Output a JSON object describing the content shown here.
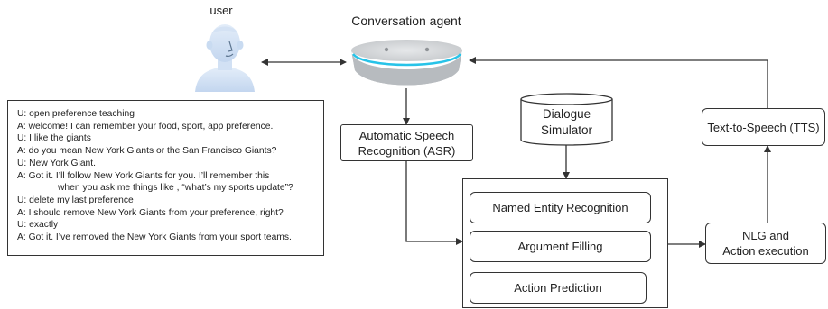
{
  "user": {
    "label": "user"
  },
  "agent": {
    "label": "Conversation agent"
  },
  "dialogue_lines": [
    "U: open preference teaching",
    "A: welcome! I can remember your food, sport, app preference.",
    "U: I like the giants",
    "A: do you mean New York Giants or the San Francisco Giants?",
    "U:  New York Giant.",
    "A: Got it. I’ll follow New York Giants for you. I’ll remember this",
    "when you ask me things like , “what’s my sports update”?",
    "U: delete my last preference",
    "A: I should remove New York Giants from your preference,   right?",
    "U:  exactly",
    "A: Got it. I’ve removed the New York Giants from your sport teams."
  ],
  "asr": {
    "line1": "Automatic Speech",
    "line2": "Recognition (ASR)"
  },
  "simulator": {
    "line1": "Dialogue",
    "line2": "Simulator"
  },
  "tts": {
    "label": "Text-to-Speech (TTS)"
  },
  "nlu_modules": [
    "Named Entity Recognition",
    "Argument Filling",
    "Action Prediction"
  ],
  "nlg": {
    "line1": "NLG and",
    "line2": "Action execution"
  }
}
